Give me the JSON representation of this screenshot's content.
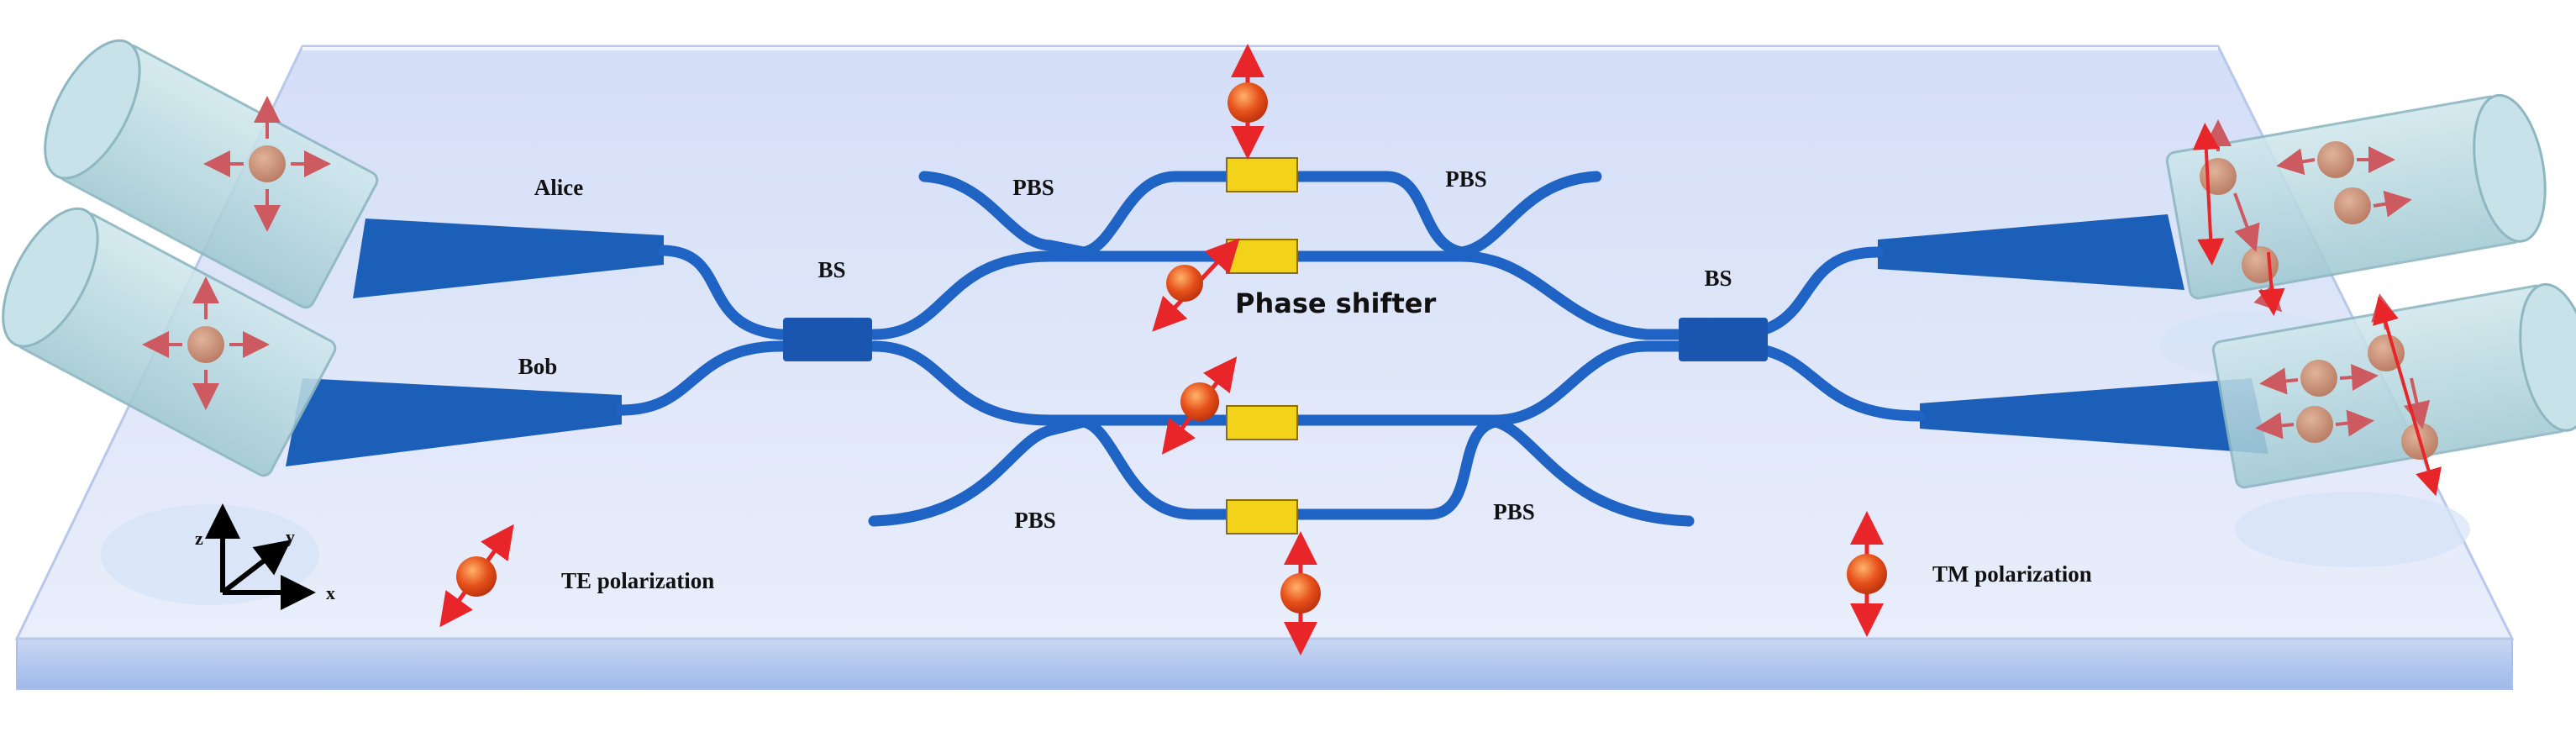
{
  "labels": {
    "alice": "Alice",
    "bob": "Bob",
    "bs_left": "BS",
    "bs_right": "BS",
    "pbs_top_left": "PBS",
    "pbs_top_right": "PBS",
    "pbs_bottom_left": "PBS",
    "pbs_bottom_right": "PBS",
    "phase_shifter": "Phase shifter",
    "te_polarization": "TE polarization",
    "tm_polarization": "TM polarization",
    "axis_x": "x",
    "axis_y": "y",
    "axis_z": "z"
  },
  "colors": {
    "chip_top": "#e4ecfb",
    "chip_side": "#a9c2ee",
    "waveguide": "#1f63c4",
    "taper": "#1b5fb8",
    "phase_shifter": "#f3d21a",
    "photon": "#e0461a",
    "arrow": "#e8262a",
    "fiber": "#b9dbe2"
  },
  "icons": [
    "photon-icon",
    "polarization-arrow-icon",
    "fiber-icon",
    "axis-icon"
  ]
}
